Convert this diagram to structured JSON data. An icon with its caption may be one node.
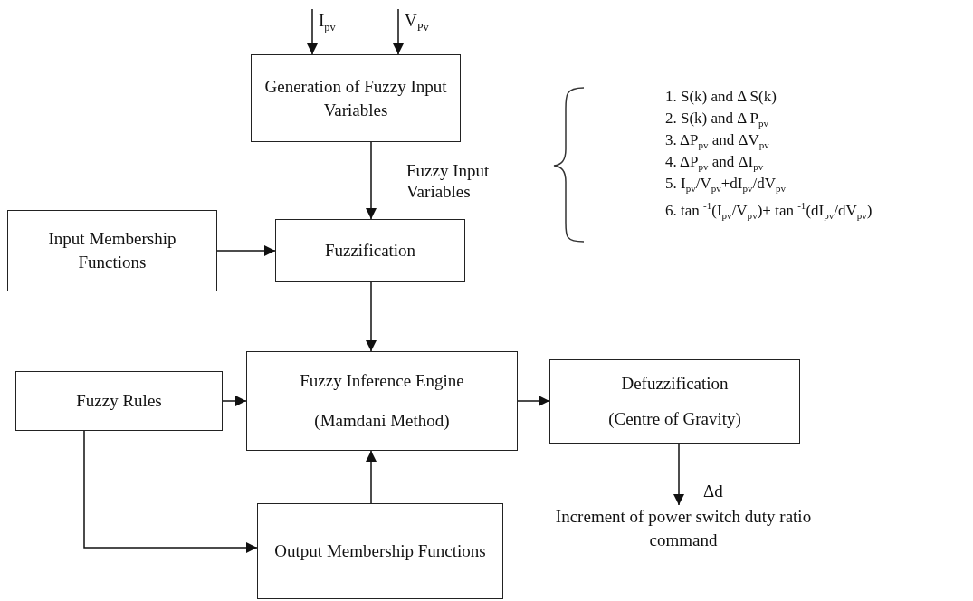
{
  "diagram": {
    "nodes": [
      {
        "text": [
          "Generation of Fuzzy Input Variables"
        ]
      },
      {
        "text": [
          "Input Membership Functions"
        ]
      },
      {
        "text": [
          "Fuzzification"
        ]
      },
      {
        "text": [
          "Fuzzy Rules"
        ]
      },
      {
        "text": [
          "Fuzzy Inference Engine",
          "(Mamdani Method)"
        ]
      },
      {
        "text": [
          "Defuzzification",
          "(Centre of Gravity)"
        ]
      },
      {
        "text": [
          "Output Membership Functions"
        ]
      },
      {
        "text": [
          "Increment of power switch duty ratio command"
        ]
      }
    ],
    "edges": [
      {
        "from": null,
        "to": 0,
        "arrow": "to",
        "label": "I$_{pv}$"
      },
      {
        "from": null,
        "to": 0,
        "arrow": "to",
        "label": "V$_{Pv}$"
      },
      {
        "from": 0,
        "to": 2,
        "arrow": "to",
        "label": "Fuzzy Input Variables"
      },
      {
        "from": 1,
        "to": 2,
        "arrow": "to"
      },
      {
        "from": 2,
        "to": 4,
        "arrow": "to"
      },
      {
        "from": 3,
        "to": 4,
        "arrow": "to"
      },
      {
        "from": 3,
        "to": 6,
        "arrow": "to"
      },
      {
        "from": 6,
        "to": 4,
        "arrow": "to"
      },
      {
        "from": 4,
        "to": 5,
        "arrow": "to"
      },
      {
        "from": 5,
        "to": 7,
        "arrow": "to",
        "label": "Δd"
      }
    ],
    "labels": [
      "1.  S(k) and  Δ S(k)",
      "2.  S(k) and  Δ P$_{pv}$",
      "3.  ΔP$_{pv}$ and ΔV$_{pv}$",
      "4.  ΔP$_{pv}$ and ΔI$_{pv}$",
      "5.  I$_{pv}$/V$_{pv}$+dI$_{pv}$/dV$_{pv}$",
      "6.  tan $^{-1}$(I$_{pv}$/V$_{pv}$)+ tan $^{-1}$(dI$_{pv}$/dV$_{pv}$)"
    ]
  }
}
